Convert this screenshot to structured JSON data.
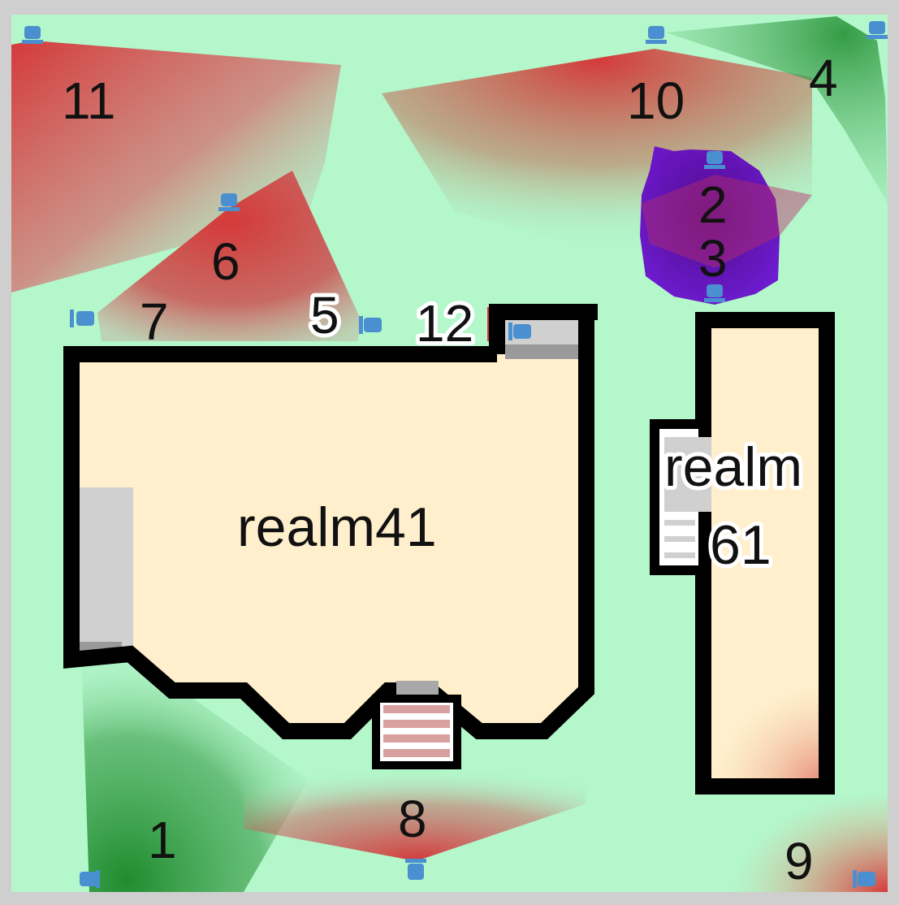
{
  "map": {
    "rooms": [
      {
        "id": "realm41",
        "label": "realm41"
      },
      {
        "id": "realm61",
        "label_lines": [
          "realm",
          "61"
        ]
      }
    ],
    "zones": [
      {
        "id": "1",
        "label": "1",
        "heat": "cool"
      },
      {
        "id": "2",
        "label": "2",
        "heat": "hot",
        "selected": true
      },
      {
        "id": "3",
        "label": "3",
        "heat": "hot",
        "selected": true
      },
      {
        "id": "4",
        "label": "4",
        "heat": "cool"
      },
      {
        "id": "5",
        "label": "5",
        "heat": "hot"
      },
      {
        "id": "6",
        "label": "6",
        "heat": "hot"
      },
      {
        "id": "7",
        "label": "7",
        "heat": "hot"
      },
      {
        "id": "8",
        "label": "8",
        "heat": "hot"
      },
      {
        "id": "9",
        "label": "9",
        "heat": "hot"
      },
      {
        "id": "10",
        "label": "10",
        "heat": "hot"
      },
      {
        "id": "11",
        "label": "11",
        "heat": "hot"
      },
      {
        "id": "12",
        "label": "12",
        "heat": "hot"
      }
    ],
    "cameras": [
      "cam-1",
      "cam-2",
      "cam-3",
      "cam-4",
      "cam-5",
      "cam-6",
      "cam-7",
      "cam-8",
      "cam-9",
      "cam-10",
      "cam-11",
      "cam-12"
    ],
    "icons": {
      "camera": "camera-icon"
    },
    "colors": {
      "floor": "#ffefcc",
      "ground": "#b3f7cb",
      "frame": "#cfcfcf",
      "hot": "#d43a3a",
      "cool": "#1f8c2e",
      "selection": "#5a00c2",
      "camera": "#4a8fd0",
      "stairs_floor": "#d0d0d0",
      "stairs_step": "#d9a0a0"
    }
  }
}
